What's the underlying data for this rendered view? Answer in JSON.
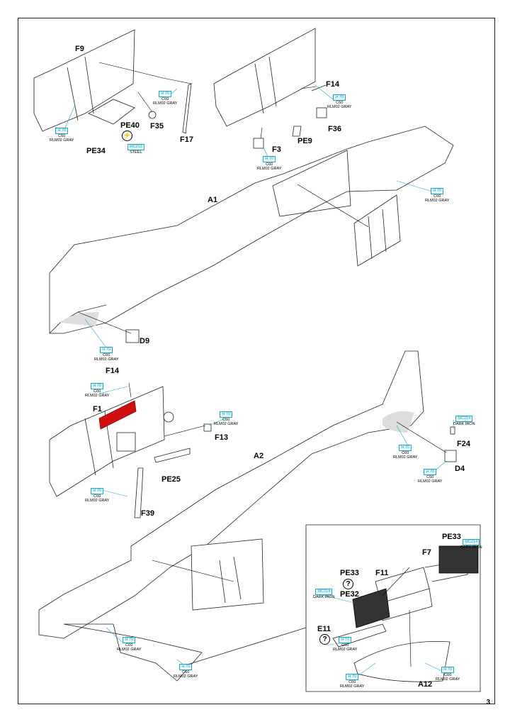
{
  "page_number": "3",
  "paint": {
    "h70": "H 70",
    "c60": "C60",
    "rlm02": "RLM02 GRAY",
    "mc213": "MC213",
    "mc214": "MC214",
    "steel": "STEEL",
    "dark_iron": "DARK IRON"
  },
  "parts": {
    "f9": "F9",
    "pe40": "PE40",
    "pe34": "PE34",
    "f35": "F35",
    "f17": "F17",
    "f14a": "F14",
    "f36": "F36",
    "f3": "F3",
    "pe9": "PE9",
    "a1": "A1",
    "d9": "D9",
    "f14b": "F14",
    "f1": "F1",
    "f13": "F13",
    "pe25": "PE25",
    "f39": "F39",
    "a2": "A2",
    "f24": "F24",
    "d4": "D4",
    "pe33a": "PE33",
    "f7": "F7",
    "pe33b": "PE33",
    "f11": "F11",
    "pe32": "PE32",
    "e11": "E11",
    "a12": "A12"
  },
  "symbols": {
    "question": "?",
    "bend": "⚡"
  }
}
